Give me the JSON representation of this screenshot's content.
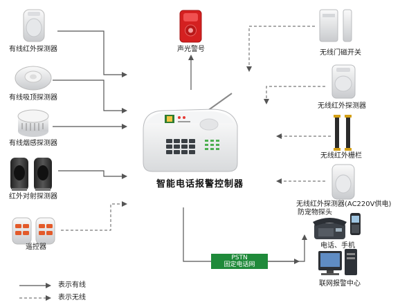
{
  "devices": {
    "wired_pir": "有线红外探测器",
    "wired_ceiling": "有线吸顶探测器",
    "wired_smoke": "有线烟感探测器",
    "ir_beam": "红外对射探测器",
    "remote": "遥控器",
    "siren": "声光警号",
    "wireless_door": "无线门磁开关",
    "wireless_pir": "无线红外探测器",
    "wireless_fence": "无线红外栅栏",
    "wireless_pet_line1": "无线红外探测器(AC220V供电)",
    "wireless_pet_line2": "防宠物探头",
    "phone": "电话、手机",
    "center": "联网报警中心"
  },
  "controller": {
    "title": "智能电话报警控制器"
  },
  "network": {
    "line1": "PSTN",
    "line2": "固定电话网"
  },
  "legend": {
    "wired": "表示有线",
    "wireless": "表示无线"
  },
  "colors": {
    "line": "#555555",
    "pstn_bg": "#1f8a3a",
    "siren_red": "#d42020"
  }
}
